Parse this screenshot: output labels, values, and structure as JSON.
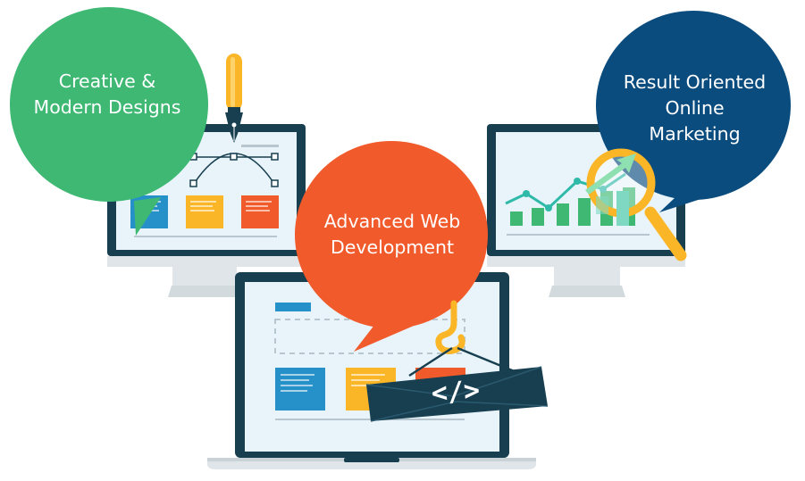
{
  "bubbles": {
    "creative": {
      "line1": "Creative &",
      "line2": "Modern Designs",
      "color": "#3fb874"
    },
    "development": {
      "line1": "Advanced Web",
      "line2": "Development",
      "color": "#f15a2b"
    },
    "marketing": {
      "line1": "Result Oriented",
      "line2": "Online",
      "line3": "Marketing",
      "color": "#0b4c7e"
    }
  },
  "code_tag": {
    "label": "</>",
    "color": "#183f50"
  },
  "colors": {
    "monitor_frame": "#183f50",
    "screen": "#e8f4fa",
    "stand": "#dfe5e8",
    "yellow": "#fbb627",
    "blue_card": "#2690c9",
    "green_chart": "#3fb874",
    "teal": "#2fb9a8"
  },
  "icons": [
    "pen-nib-icon",
    "bezier-curve-icon",
    "magnifier-icon",
    "growth-arrow-icon",
    "hook-icon",
    "code-banner-icon"
  ]
}
